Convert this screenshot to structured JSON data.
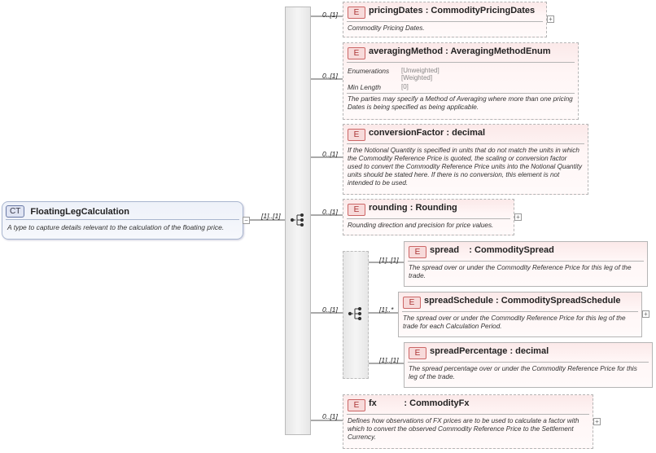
{
  "complex_type": {
    "badge": "CT",
    "name": "FloatingLegCalculation",
    "description": "A type to capture details relevant to the calculation of the floating price."
  },
  "sequence_cardinality": "[1]..[1]",
  "elements": [
    {
      "badge": "E",
      "name": "pricingDates",
      "type": "CommodityPricingDates",
      "cardinality": "0..[1]",
      "description": "Commodity Pricing Dates."
    },
    {
      "badge": "E",
      "name": "averagingMethod",
      "type": "AveragingMethodEnum",
      "cardinality": "0..[1]",
      "enum_label": "Enumerations",
      "enum_values": [
        "[Unweighted]",
        "[Weighted]"
      ],
      "minlength_label": "Min Length",
      "minlength_value": "[0]",
      "description": "The parties may specify a Method of Averaging where more than one pricing Dates is being specified as being applicable."
    },
    {
      "badge": "E",
      "name": "conversionFactor",
      "type": "decimal",
      "cardinality": "0..[1]",
      "description": "If the Notional Quantity is specified in units that do not match the units in which the Commodity Reference Price is quoted, the scaling or conversion factor used to convert the Commodity Reference Price units into the Notional Quantity units should be stated here. If there is no conversion, this element is not intended to be used."
    },
    {
      "badge": "E",
      "name": "rounding",
      "type": "Rounding",
      "cardinality": "0..[1]",
      "description": "Rounding direction and precision for price values."
    },
    {
      "badge": "E",
      "name": "fx",
      "type": "CommodityFx",
      "cardinality": "0..[1]",
      "description": "Defines how observations of FX prices are to be used to calculate a factor with which to convert the observed Commodity Reference Price to the Settlement Currency."
    }
  ],
  "choice_cardinality": "0..[1]",
  "choice_elements": [
    {
      "badge": "E",
      "name": "spread",
      "type": "CommoditySpread",
      "cardinality": "[1]..[1]",
      "description": "The spread over or under the Commodity Reference Price for this leg of the trade."
    },
    {
      "badge": "E",
      "name": "spreadSchedule",
      "type": "CommoditySpreadSchedule",
      "cardinality": "[1]..*",
      "description": "The spread over or under the Commodity Reference Price for this leg of the trade for each Calculation Period."
    },
    {
      "badge": "E",
      "name": "spreadPercentage",
      "type": "decimal",
      "cardinality": "[1]..[1]",
      "description": "The spread percentage over or under the Commodity Reference Price for this leg of the trade."
    }
  ],
  "colors": {
    "ct_border": "#a9b6cf",
    "element_bg": "#fbe9e9",
    "element_badge": "#a33"
  },
  "icons": {
    "sequence": "sequence-compositor-icon",
    "collapse": "minus-icon",
    "expand": "plus-icon"
  }
}
